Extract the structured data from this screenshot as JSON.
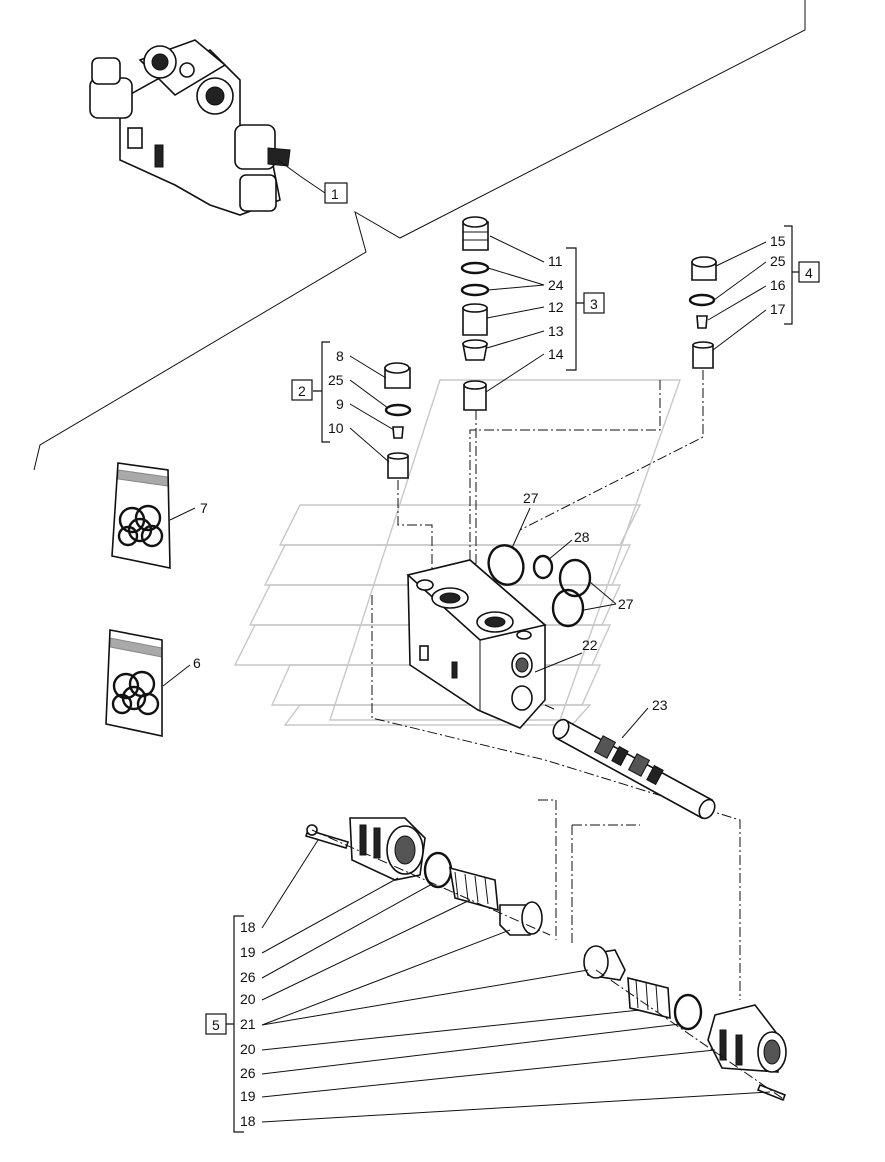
{
  "callout_boxes": [
    {
      "id": "1",
      "label": "1"
    },
    {
      "id": "2",
      "label": "2"
    },
    {
      "id": "3",
      "label": "3"
    },
    {
      "id": "4",
      "label": "4"
    },
    {
      "id": "5",
      "label": "5"
    }
  ],
  "group_2_items": [
    "8",
    "25",
    "9",
    "10"
  ],
  "group_3_items": [
    "11",
    "24",
    "12",
    "13",
    "14"
  ],
  "group_4_items": [
    "15",
    "25",
    "16",
    "17"
  ],
  "group_5_items": [
    "18",
    "19",
    "26",
    "20",
    "21",
    "20",
    "26",
    "19",
    "18"
  ],
  "kit_labels": {
    "kit_a": "7",
    "kit_b": "6"
  },
  "body_labels": {
    "seal_top": "27",
    "seal_small": "28",
    "seal_pair": "27",
    "port": "22",
    "spool": "23"
  }
}
